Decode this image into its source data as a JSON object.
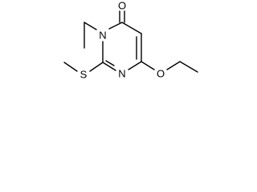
{
  "molecule": {
    "atoms": {
      "ring_n1": "N",
      "ring_n3": "N",
      "carbonyl_o": "O",
      "thio_s": "S",
      "ether_o": "O"
    }
  }
}
